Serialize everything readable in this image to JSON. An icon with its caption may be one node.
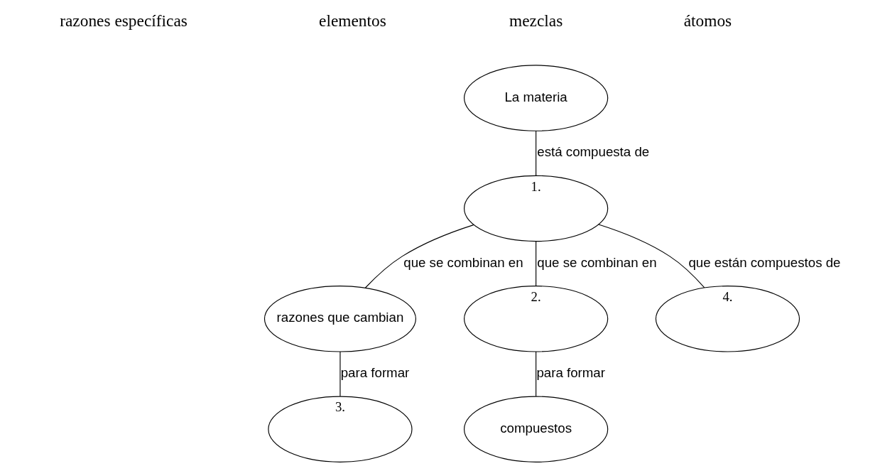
{
  "diagram": {
    "nodes": [
      {
        "text": [
          "La materia"
        ]
      },
      {
        "text": [
          "1."
        ]
      },
      {
        "text": [
          "razones que cambian"
        ]
      },
      {
        "text": [
          "2."
        ]
      },
      {
        "text": [
          "3."
        ]
      },
      {
        "text": [
          "4."
        ]
      },
      {
        "text": [
          "compuestos"
        ]
      }
    ],
    "edges": [
      {
        "from": 0,
        "to": 1,
        "arrow": "none",
        "label": "está compuesta de"
      },
      {
        "from": 1,
        "to": 2,
        "arrow": "none",
        "label": "que se combinan en"
      },
      {
        "from": 1,
        "to": 3,
        "arrow": "none",
        "label": "que se combinan en"
      },
      {
        "from": 1,
        "to": 5,
        "arrow": "none",
        "label": "que están compuestos de"
      },
      {
        "from": 2,
        "to": 4,
        "arrow": "none",
        "label": "para formar"
      },
      {
        "from": 3,
        "to": 6,
        "arrow": "none",
        "label": "para formar"
      }
    ],
    "labels": [
      "razones específicas",
      "elementos",
      "mezclas",
      "átomos"
    ]
  }
}
